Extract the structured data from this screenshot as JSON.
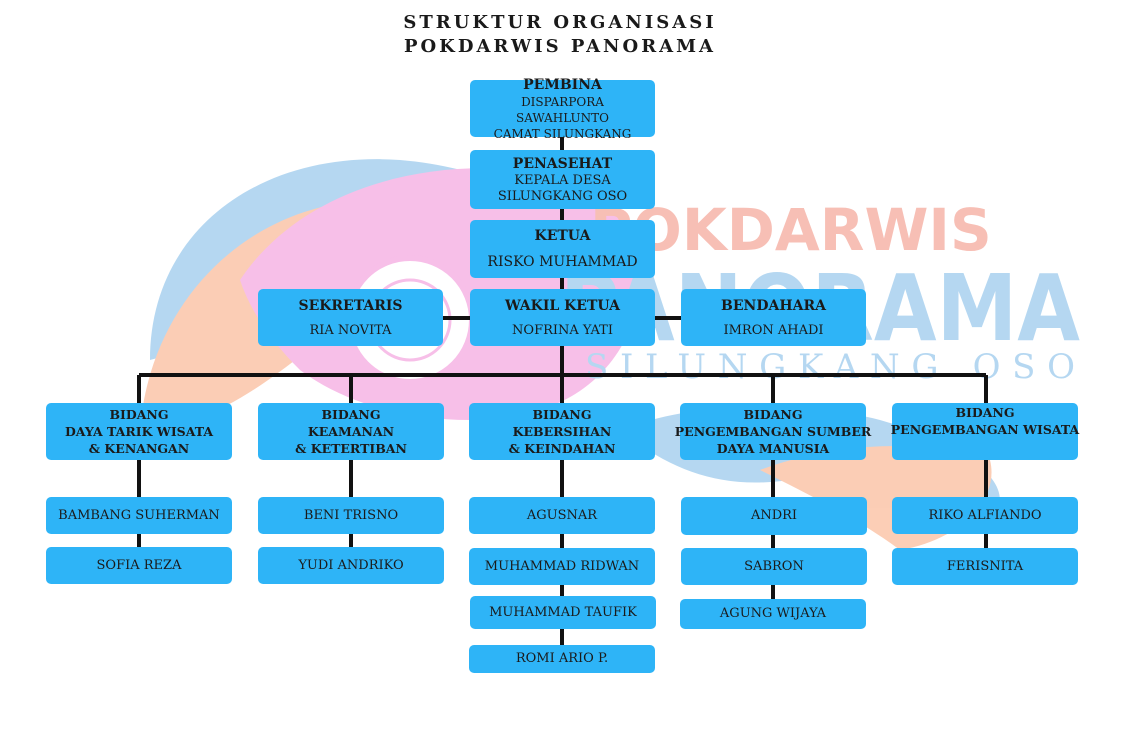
{
  "title": {
    "line1": "STRUKTUR ORGANISASI",
    "line2": "POKDARWIS PANORAMA"
  },
  "watermark": {
    "line1": "POKDARWIS",
    "line2": "PANORAMA",
    "line3": "SILUNGKANG OSO"
  },
  "colors": {
    "box": "#2eb4f7",
    "line": "#111111",
    "watermark_pink": "#f28bd6",
    "watermark_orange": "#f9a57a",
    "watermark_blue": "#7ab8e6"
  },
  "pembina": {
    "role": "PEMBINA",
    "line1": "DISPARPORA SAWAHLUNTO",
    "line2": "CAMAT SILUNGKANG"
  },
  "penasehat": {
    "role": "PENASEHAT",
    "line1": "KEPALA DESA",
    "line2": "SILUNGKANG OSO"
  },
  "ketua": {
    "role": "KETUA",
    "name": "RISKO MUHAMMAD"
  },
  "sekretaris": {
    "role": "SEKRETARIS",
    "name": "RIA NOVITA"
  },
  "wakil_ketua": {
    "role": "WAKIL KETUA",
    "name": "NOFRINA YATI"
  },
  "bendahara": {
    "role": "BENDAHARA",
    "name": "IMRON AHADI"
  },
  "bidang": [
    {
      "l1": "BIDANG",
      "l2": "DAYA TARIK WISATA",
      "l3": "& KENANGAN",
      "members": [
        "BAMBANG SUHERMAN",
        "SOFIA REZA"
      ]
    },
    {
      "l1": "BIDANG",
      "l2": "KEAMANAN",
      "l3": "& KETERTIBAN",
      "members": [
        "BENI TRISNO",
        "YUDI ANDRIKO"
      ]
    },
    {
      "l1": "BIDANG",
      "l2": "KEBERSIHAN",
      "l3": "& KEINDAHAN",
      "members": [
        "AGUSNAR",
        "MUHAMMAD RIDWAN",
        "MUHAMMAD TAUFIK",
        "ROMI ARIO P."
      ]
    },
    {
      "l1": "BIDANG",
      "l2": "PENGEMBANGAN SUMBER",
      "l3": "DAYA MANUSIA",
      "members": [
        "ANDRI",
        "SABRON",
        "AGUNG WIJAYA"
      ]
    },
    {
      "l1": "BIDANG",
      "l2": "PENGEMBANGAN WISATA",
      "l3": "",
      "members": [
        "RIKO ALFIANDO",
        "FERISNITA"
      ]
    }
  ]
}
